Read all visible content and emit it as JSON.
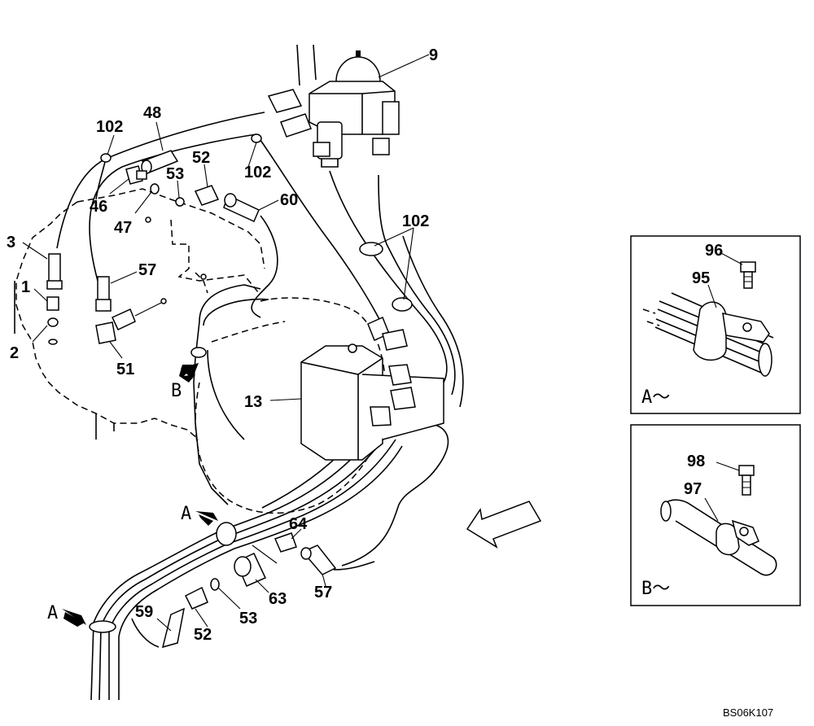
{
  "part_labels": {
    "p9": "9",
    "p48": "48",
    "p102a": "102",
    "p102b": "102",
    "p102c": "102",
    "p52a": "52",
    "p53a": "53",
    "p60": "60",
    "p46": "46",
    "p47": "47",
    "p3": "3",
    "p1": "1",
    "p2": "2",
    "p57a": "57",
    "p51": "51",
    "p13": "13",
    "p64": "64",
    "p63": "63",
    "p57b": "57",
    "p53b": "53",
    "p59": "59",
    "p52b": "52",
    "p96": "96",
    "p95": "95",
    "p98": "98",
    "p97": "97"
  },
  "view_markers": {
    "b_main": "B",
    "a_mid": "A",
    "a_low": "A"
  },
  "insets": {
    "a_caption": "A～",
    "b_caption": "B～"
  },
  "drawing_code": "BS06K107"
}
